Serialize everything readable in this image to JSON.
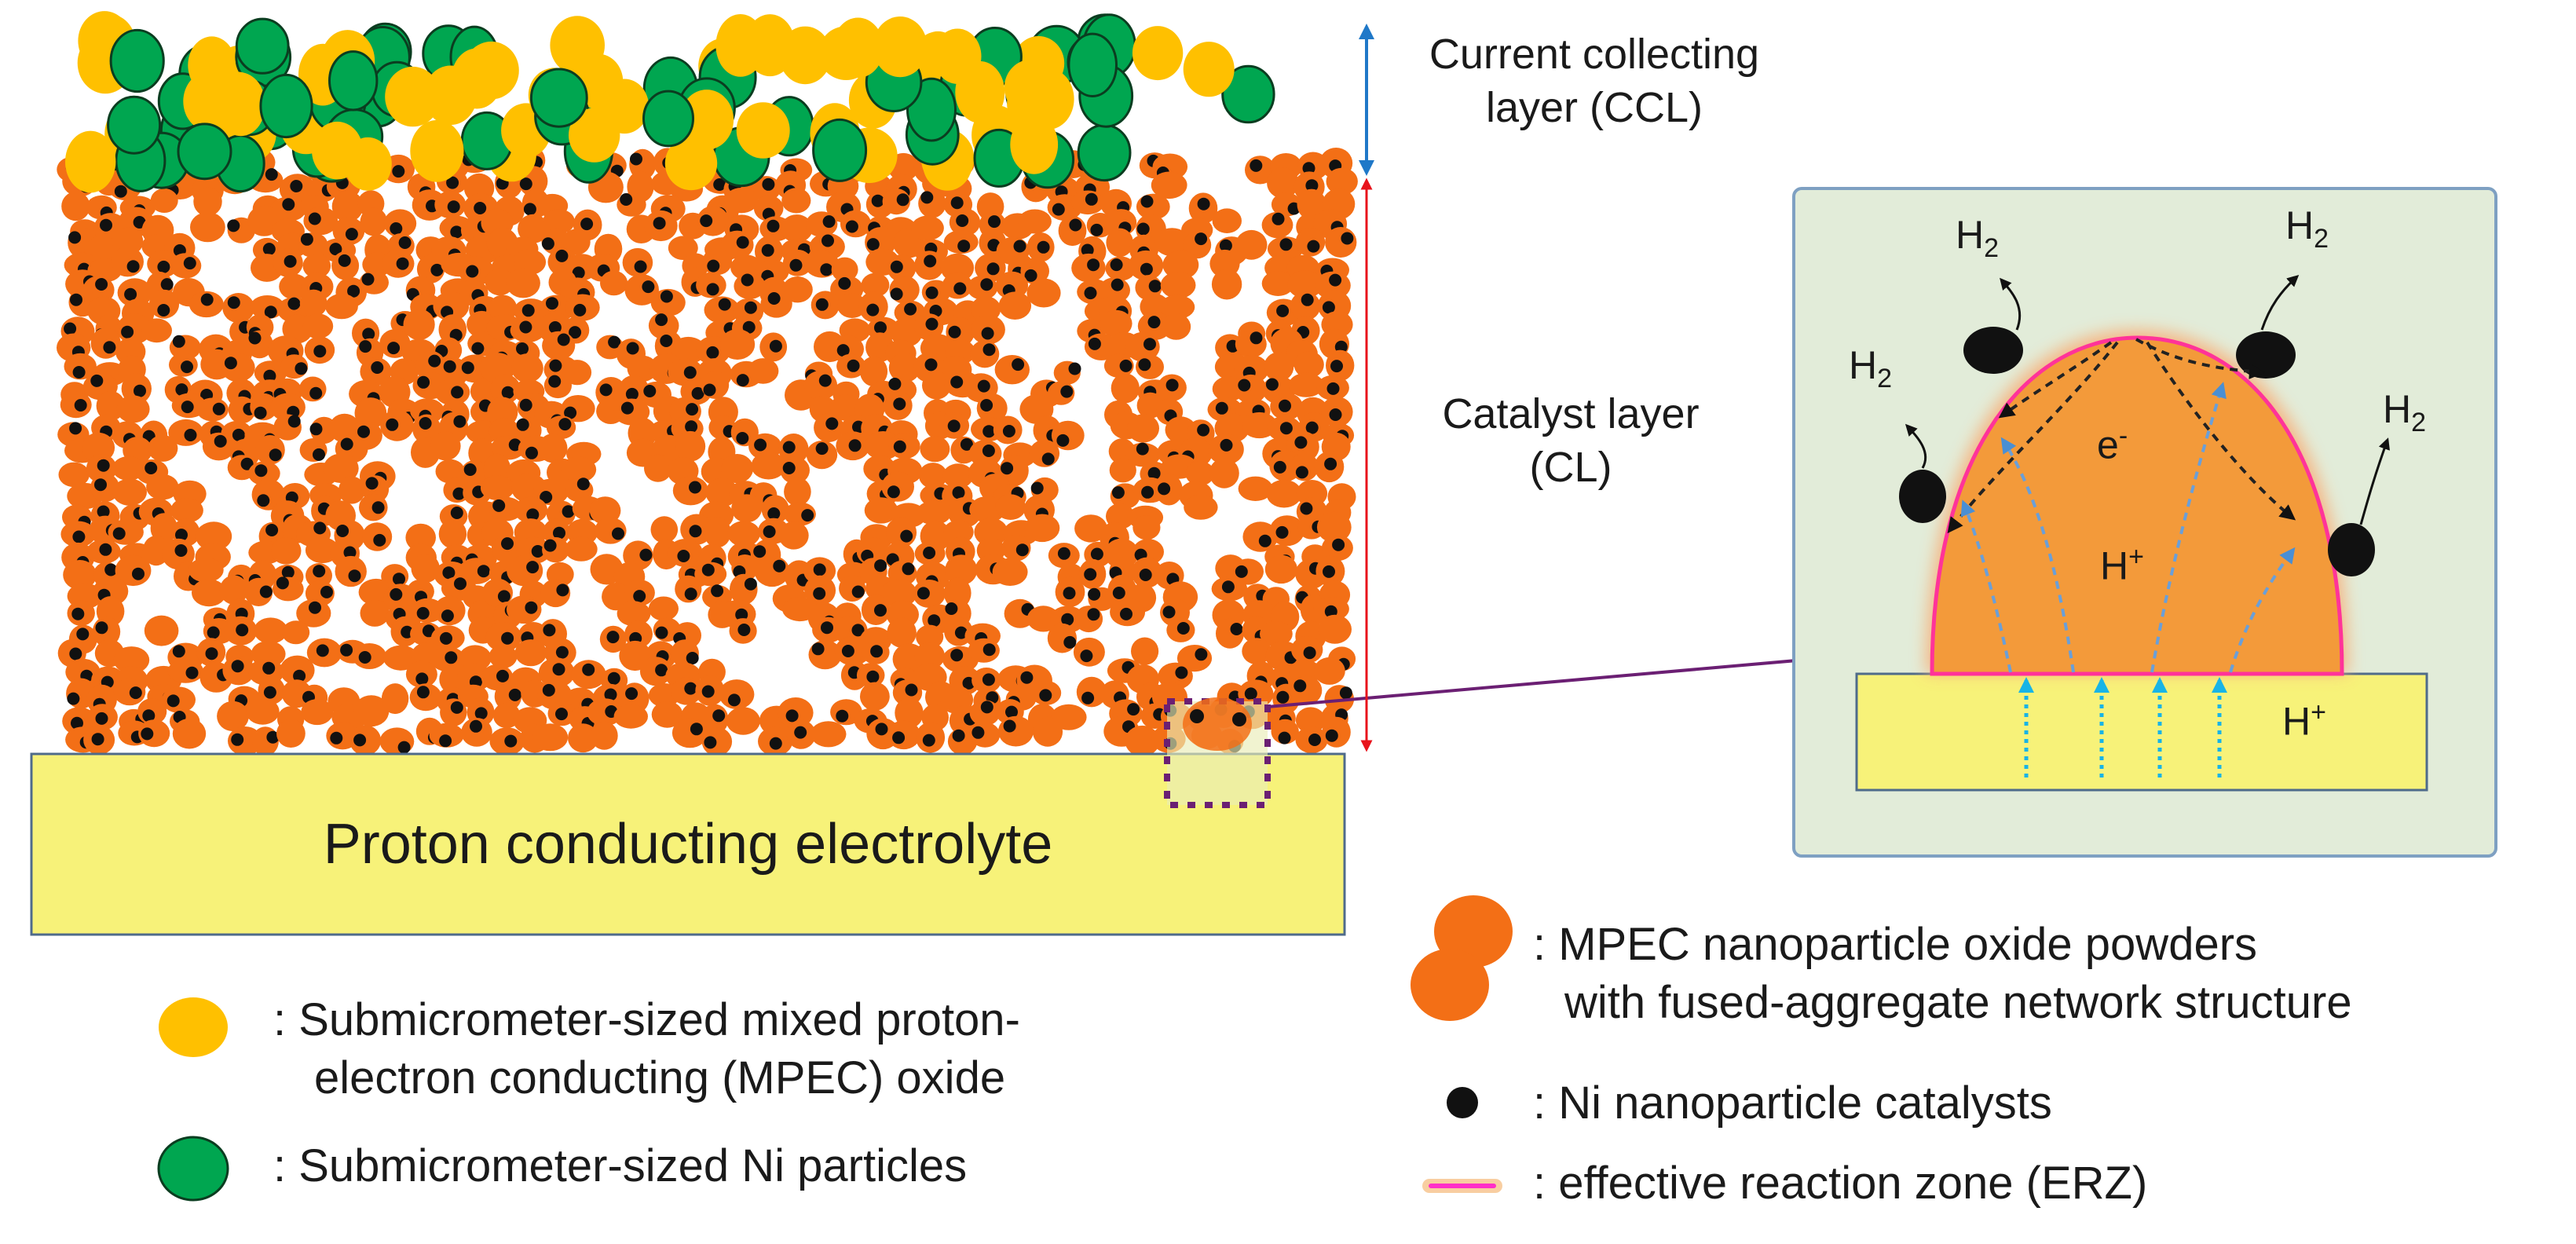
{
  "labels": {
    "ccl": "Current collecting layer (CCL)",
    "ccl_line1": "Current collecting",
    "ccl_line2": "layer (CCL)",
    "cl_line1": "Catalyst layer",
    "cl_line2": "(CL)",
    "electrolyte": "Proton conducting electrolyte"
  },
  "inset": {
    "h2": "H",
    "h2_sub": "2",
    "electron": "e",
    "electron_sup": "-",
    "proton": "H",
    "proton_sup": "+",
    "electrolyte_proton": "H",
    "electrolyte_proton_sup": "+"
  },
  "legend": {
    "mpec_oxide": {
      "line1": ": Submicrometer-sized  mixed proton-",
      "line2": "electron conducting (MPEC) oxide"
    },
    "ni_particles": ": Submicrometer-sized Ni particles",
    "nanoparticle_powders": {
      "line1": ": MPEC nanoparticle oxide powders",
      "line2": "with fused-aggregate network structure"
    },
    "ni_catalysts": ": Ni nanoparticle catalysts",
    "erz": ": effective reaction zone (ERZ)"
  },
  "colors": {
    "orange": "#f36f16",
    "yellow_particle": "#ffc000",
    "green_particle": "#00a650",
    "electrolyte": "#f7f279",
    "inset_bg": "#e2ecd9",
    "erz": "#ff3399",
    "blue_arrow": "#1f78c8",
    "red_arrow": "#e8141c",
    "purple": "#6b1f73",
    "cyan": "#18b4e6"
  },
  "icons": [
    "up-down-arrow-icon",
    "h2-arrow-icon",
    "proton-arrow-icon",
    "electron-arrow-icon"
  ]
}
